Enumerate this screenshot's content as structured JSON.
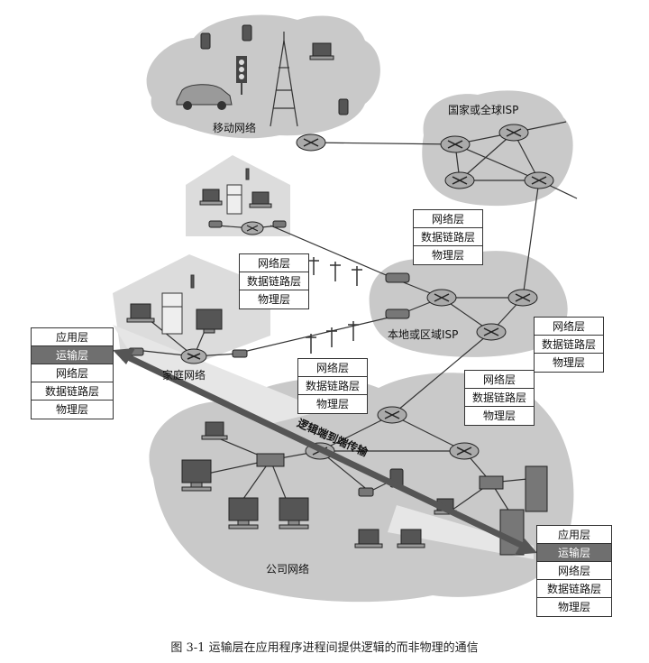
{
  "regions": {
    "mobile": "移动网络",
    "national_isp": "国家或全球ISP",
    "home": "家庭网络",
    "local_isp": "本地或区域ISP",
    "enterprise": "公司网络"
  },
  "logical_transport_label": "逻辑端到端传输",
  "host_stack": [
    "应用层",
    "运输层",
    "网络层",
    "数据链路层",
    "物理层"
  ],
  "router_stack": [
    "网络层",
    "数据链路层",
    "物理层"
  ],
  "highlighted_layer": "运输层",
  "caption": "图 3-1   运输层在应用程序进程间提供逻辑的而非物理的通信",
  "colors": {
    "cloud": "#c9c9c9",
    "house": "#dcdcdc",
    "highlight": "#6f6f6f",
    "arrow": "#555555",
    "line": "#333333"
  }
}
